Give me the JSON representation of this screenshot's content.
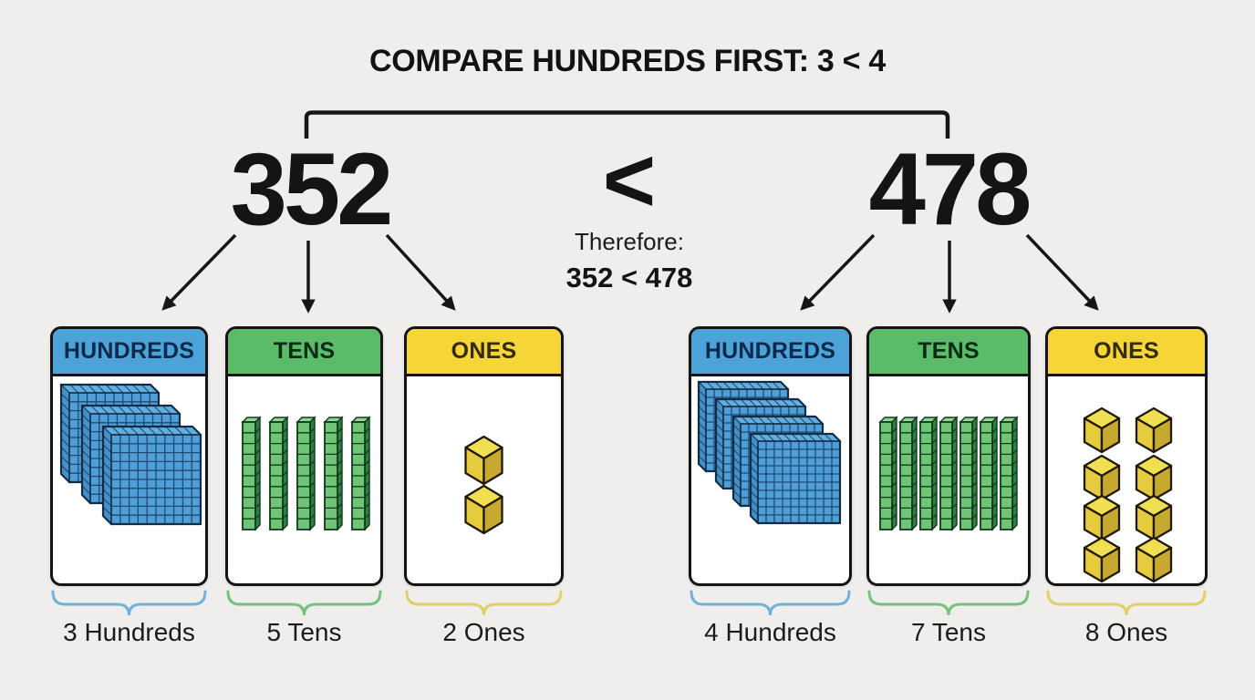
{
  "title": "COMPARE HUNDREDS FIRST: 3 < 4",
  "comparison": {
    "left_number": "352",
    "operator": "<",
    "right_number": "478",
    "therefore_label": "Therefore:",
    "conclusion": "352 < 478"
  },
  "groups": [
    {
      "number": "352",
      "columns": [
        {
          "place": "HUNDREDS",
          "kind": "hundreds",
          "block": "flat",
          "count": 3,
          "caption": "3 Hundreds"
        },
        {
          "place": "TENS",
          "kind": "tens",
          "block": "rod",
          "count": 5,
          "caption": "5 Tens"
        },
        {
          "place": "ONES",
          "kind": "ones",
          "block": "cube",
          "count": 2,
          "caption": "2 Ones"
        }
      ]
    },
    {
      "number": "478",
      "columns": [
        {
          "place": "HUNDREDS",
          "kind": "hundreds",
          "block": "flat",
          "count": 4,
          "caption": "4 Hundreds"
        },
        {
          "place": "TENS",
          "kind": "tens",
          "block": "rod",
          "count": 7,
          "caption": "7 Tens"
        },
        {
          "place": "ONES",
          "kind": "ones",
          "block": "cube",
          "count": 8,
          "caption": "8 Ones"
        }
      ]
    }
  ],
  "colors": {
    "background": "#efeeec",
    "ink": "#161616",
    "hundreds_header": "#4ba3da",
    "hundreds_text": "#0c2949",
    "tens_header": "#5abb68",
    "tens_text": "#0a2b13",
    "ones_header": "#f5d636",
    "ones_text": "#332a06",
    "hundreds_brace": "#6fb3dc",
    "tens_brace": "#72c37c",
    "ones_brace": "#e2cf66",
    "flat_front": "#4f9ed7",
    "flat_top": "#62aede",
    "flat_side": "#4490c9",
    "flat_grid": "#1c4a72",
    "flat_outline": "#122c44",
    "rod_front": "#6fc476",
    "rod_top": "#92d596",
    "rod_side": "#2f7e42",
    "rod_outline": "#0e3a1b",
    "cube_top": "#f1df52",
    "cube_left": "#e7cb3e",
    "cube_right": "#c8a930",
    "cube_outline": "#1f1906"
  }
}
